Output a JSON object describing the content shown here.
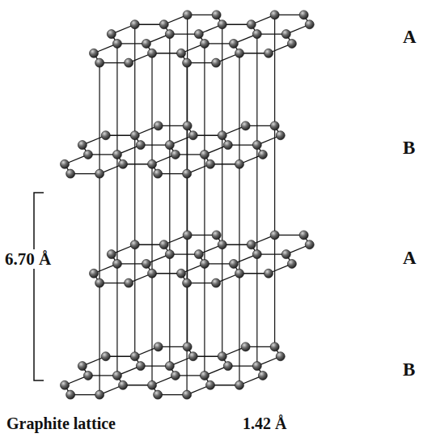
{
  "diagram": {
    "caption": "Graphite lattice",
    "labels": [
      "A",
      "B",
      "A",
      "B",
      "6.70 Å",
      "1.42 Å"
    ]
  }
}
